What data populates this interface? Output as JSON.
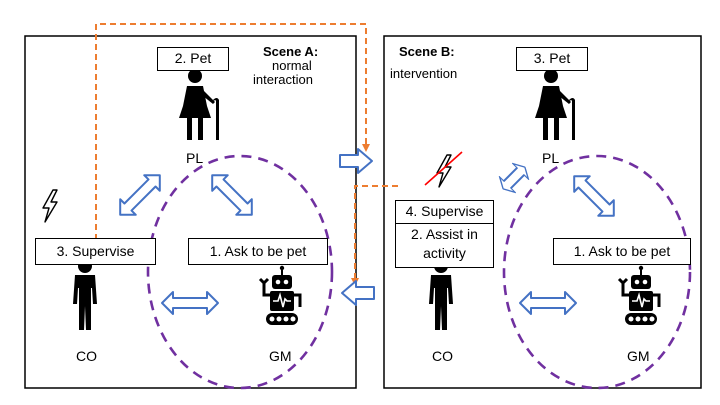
{
  "scene_a": {
    "title": "Scene A:",
    "subtitle_line1": "normal",
    "subtitle_line2": "interaction",
    "pet_label": "2. Pet",
    "supervise_label": "3. Supervise",
    "ask_label": "1. Ask to be pet",
    "pl_label": "PL",
    "co_label": "CO",
    "gm_label": "GM"
  },
  "scene_b": {
    "title": "Scene B:",
    "subtitle": "intervention",
    "pet_label": "3. Pet",
    "supervise_label": "4. Supervise",
    "assist_line1": "2. Assist in",
    "assist_line2": "activity",
    "ask_label": "1. Ask to be pet",
    "pl_label": "PL",
    "co_label": "CO",
    "gm_label": "GM"
  },
  "colors": {
    "frame": "#000000",
    "dashed_ellipse": "#7030a0",
    "dashed_connector": "#ed7d31",
    "arrow_outline": "#4472c4",
    "cross_out": "#ff0000"
  },
  "icons": [
    "elderly-person-icon",
    "person-icon",
    "robot-icon",
    "lightning-icon"
  ]
}
